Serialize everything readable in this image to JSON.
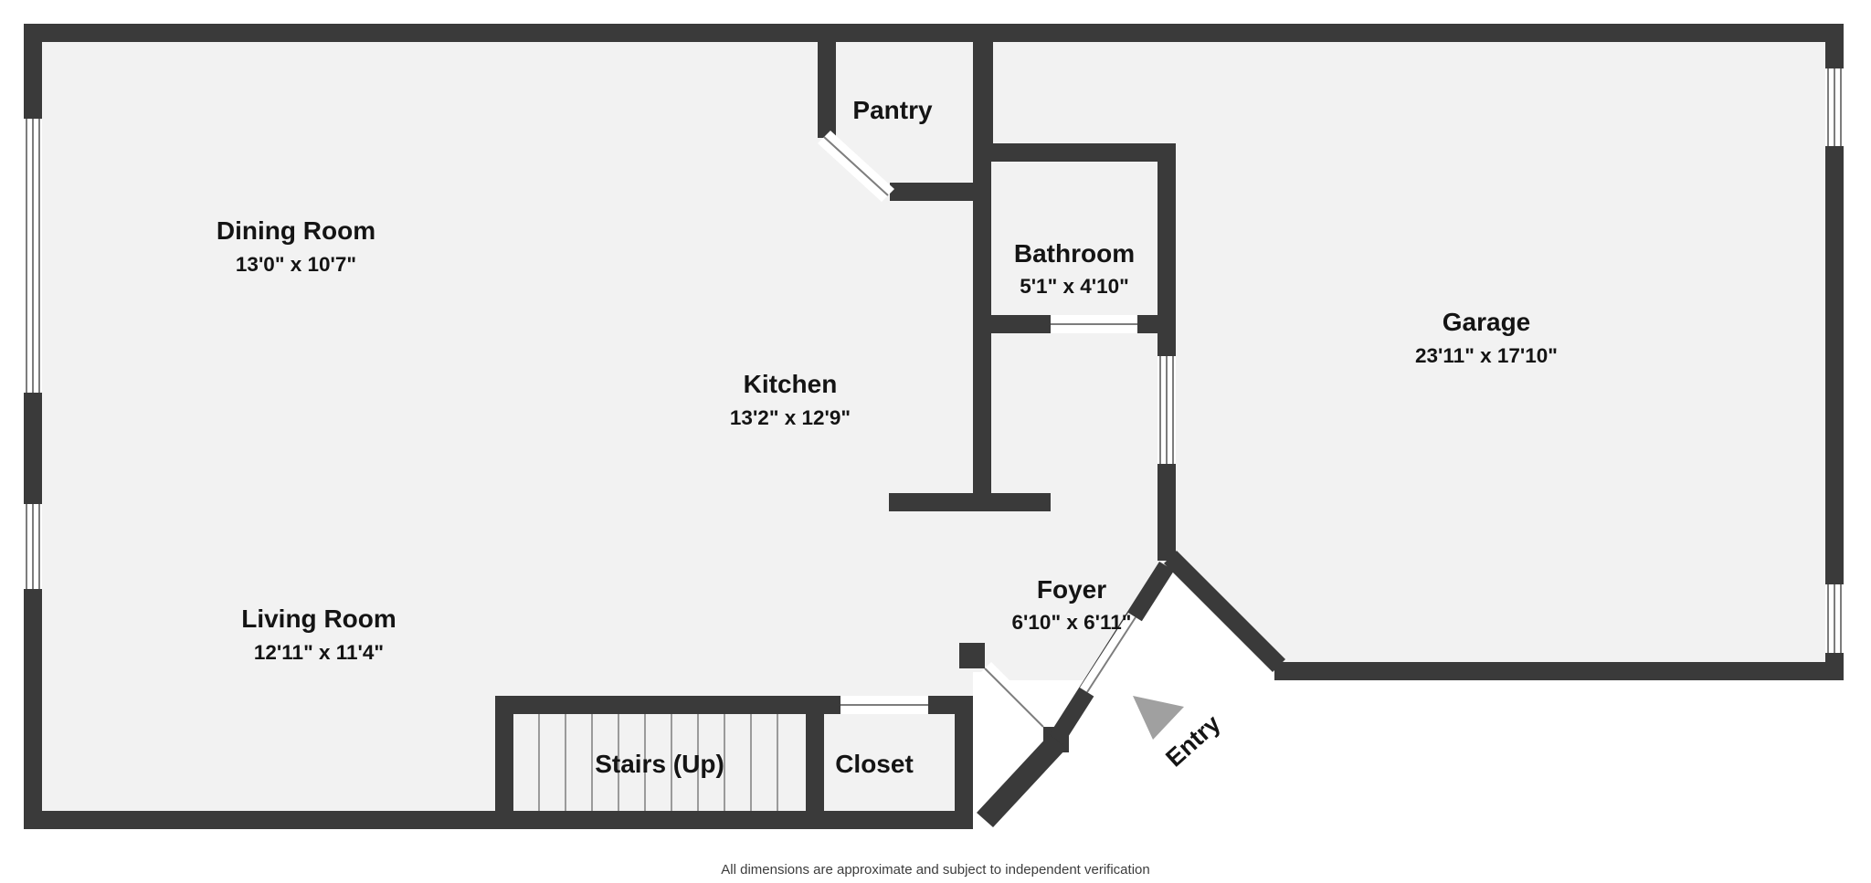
{
  "plan": {
    "rooms": [
      {
        "name": "Dining Room",
        "dims": "13'0\" x 10'7\""
      },
      {
        "name": "Pantry",
        "dims": ""
      },
      {
        "name": "Bathroom",
        "dims": "5'1\" x 4'10\""
      },
      {
        "name": "Kitchen",
        "dims": "13'2\" x 12'9\""
      },
      {
        "name": "Garage",
        "dims": "23'11\" x 17'10\""
      },
      {
        "name": "Living Room",
        "dims": "12'11\" x 11'4\""
      },
      {
        "name": "Foyer",
        "dims": "6'10\" x 6'11\""
      },
      {
        "name": "Stairs (Up)",
        "dims": ""
      },
      {
        "name": "Closet",
        "dims": ""
      },
      {
        "name": "Entry",
        "dims": ""
      }
    ],
    "footer": "All dimensions are approximate and subject to independent verification",
    "colors": {
      "wall": "#3a3a3a",
      "floor": "#f2f2f2",
      "exterior": "#ffffff",
      "label": "#141414",
      "arrow": "#a0a0a0",
      "footer_text": "#3c3c3c"
    }
  }
}
